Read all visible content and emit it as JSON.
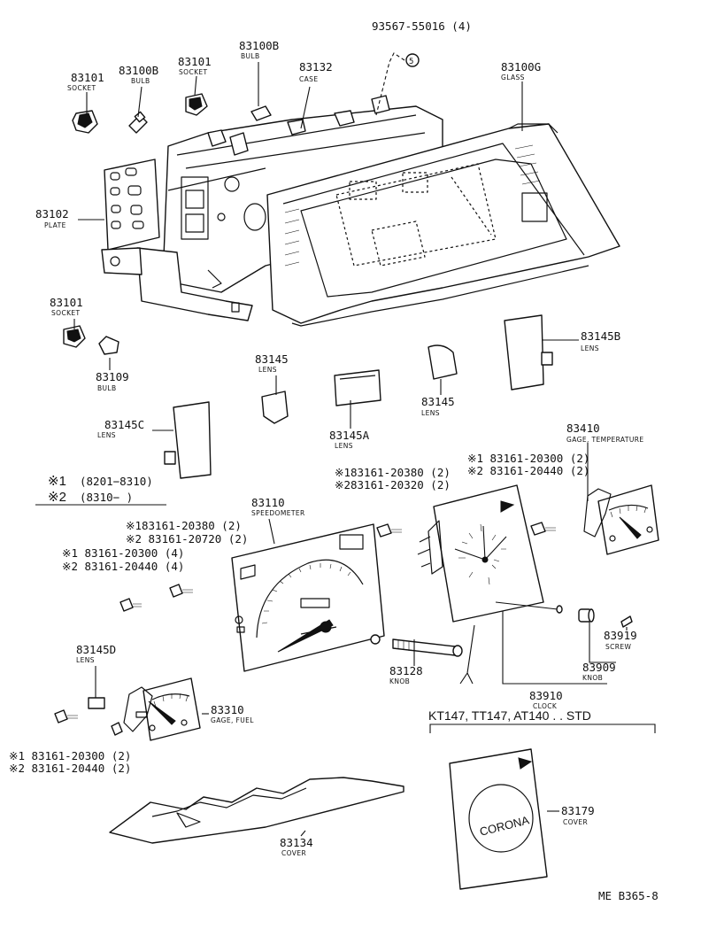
{
  "parts": [
    {
      "id": "p1",
      "number": "83101",
      "name": "SOCKET"
    },
    {
      "id": "p2",
      "number": "83100B",
      "name": "BULB"
    },
    {
      "id": "p3",
      "number": "83101",
      "name": "SOCKET"
    },
    {
      "id": "p4",
      "number": "83100B",
      "name": "BULB"
    },
    {
      "id": "p5",
      "number": "83132",
      "name": "CASE"
    },
    {
      "id": "p6",
      "number": "93567-55016 (4)",
      "name": ""
    },
    {
      "id": "p7",
      "number": "83100G",
      "name": "GLASS"
    },
    {
      "id": "p8",
      "number": "83102",
      "name": "PLATE"
    },
    {
      "id": "p9",
      "number": "83101",
      "name": "SOCKET"
    },
    {
      "id": "p10",
      "number": "83109",
      "name": "BULB"
    },
    {
      "id": "p11",
      "number": "83145",
      "name": "LENS"
    },
    {
      "id": "p12",
      "number": "83145",
      "name": "LENS"
    },
    {
      "id": "p13",
      "number": "83145A",
      "name": "LENS"
    },
    {
      "id": "p14",
      "number": "83145B",
      "name": "LENS"
    },
    {
      "id": "p15",
      "number": "83145C",
      "name": "LENS"
    },
    {
      "id": "p16",
      "number": "83410",
      "name": "GAGE, TEMPERATURE"
    },
    {
      "id": "p17",
      "number": "83110",
      "name": "SPEEDOMETER"
    },
    {
      "id": "p18",
      "number": "83145D",
      "name": "LENS"
    },
    {
      "id": "p19",
      "number": "83310",
      "name": "GAGE, FUEL"
    },
    {
      "id": "p20",
      "number": "83128",
      "name": "KNOB"
    },
    {
      "id": "p21",
      "number": "83919",
      "name": "SCREW"
    },
    {
      "id": "p22",
      "number": "83909",
      "name": "KNOB"
    },
    {
      "id": "p23",
      "number": "83910",
      "name": "CLOCK"
    },
    {
      "id": "p24",
      "number": "83134",
      "name": "COVER"
    },
    {
      "id": "p25",
      "number": "83179",
      "name": "COVER"
    }
  ],
  "screw_labels": {
    "clock_left": [
      "※183161-20380 (2)",
      "※283161-20320 (2)"
    ],
    "clock_right": [
      "※1 83161-20300 (2)",
      "※2 83161-20440 (2)"
    ],
    "speedo": [
      "※183161-20380 (2)",
      "※2 83161-20720 (2)",
      "※1 83161-20300 (4)",
      "※2 83161-20440 (4)"
    ],
    "fuel": [
      "※1 83161-20300 (2)",
      "※2 83161-20440 (2)"
    ]
  },
  "legend": [
    {
      "mark": "※1",
      "range": "(8201−8310)"
    },
    {
      "mark": "※2",
      "range": "(8310−      )"
    }
  ],
  "clock_panel_badge": "5",
  "std_header": "KT147, TT147, AT140 . . STD",
  "cover_text": "CORONA",
  "figure_code": "ME B365-8"
}
